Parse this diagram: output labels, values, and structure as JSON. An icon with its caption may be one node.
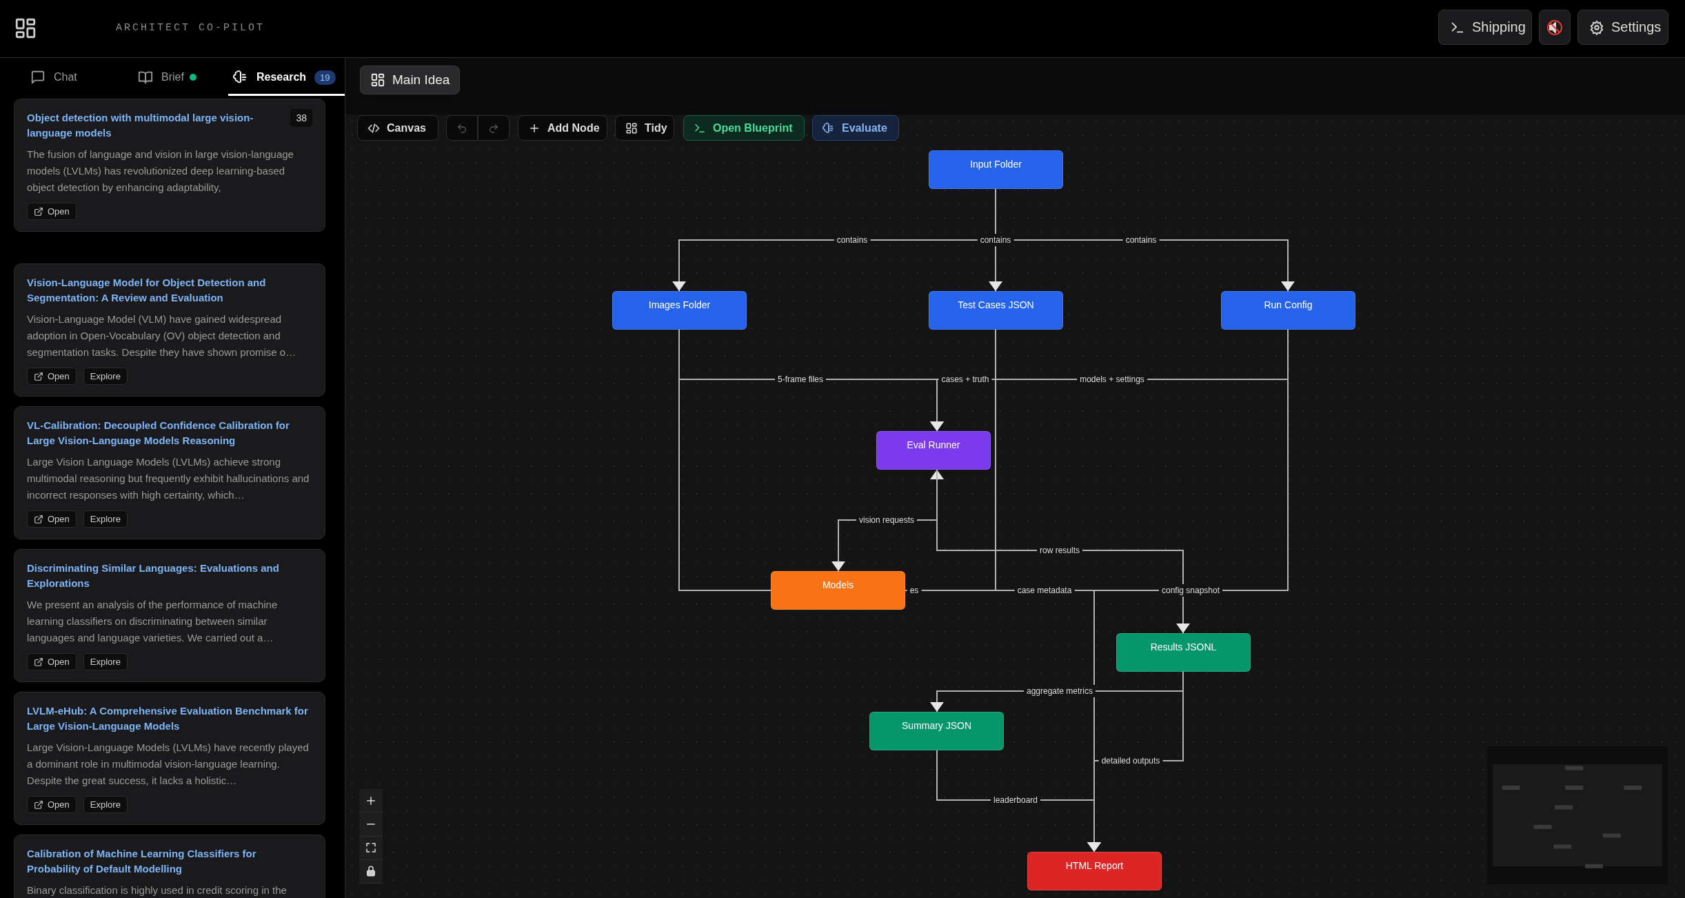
{
  "diagram": {
    "nodes": [
      {
        "text": [
          "Input Folder"
        ]
      },
      {
        "text": [
          "Images Folder"
        ]
      },
      {
        "text": [
          "Test Cases JSON"
        ]
      },
      {
        "text": [
          "Run Config"
        ]
      },
      {
        "text": [
          "Eval Runner"
        ]
      },
      {
        "text": [
          "Models"
        ]
      },
      {
        "text": [
          "Results JSONL"
        ]
      },
      {
        "text": [
          "Summary JSON"
        ]
      },
      {
        "text": [
          "HTML Report"
        ]
      }
    ],
    "edges": [
      {
        "from": 0,
        "to": 1,
        "arrow": "to",
        "label": "contains"
      },
      {
        "from": 0,
        "to": 2,
        "arrow": "to",
        "label": "contains"
      },
      {
        "from": 0,
        "to": 3,
        "arrow": "to",
        "label": "contains"
      },
      {
        "from": 1,
        "to": 4,
        "arrow": "to",
        "label": "5-frame files"
      },
      {
        "from": 2,
        "to": 4,
        "arrow": "to",
        "label": "cases + truth"
      },
      {
        "from": 3,
        "to": 4,
        "arrow": "to",
        "label": "models + settings"
      },
      {
        "from": 4,
        "to": 5,
        "arrow": "both",
        "label": "vision requests"
      },
      {
        "from": 4,
        "to": 6,
        "arrow": "to",
        "label": "row results"
      },
      {
        "from": 1,
        "to": 5,
        "arrow": "none"
      },
      {
        "from": 5,
        "to": 8,
        "arrow": "to",
        "label": "es"
      },
      {
        "from": 2,
        "to": 8,
        "arrow": "to",
        "label": "case metadata"
      },
      {
        "from": 3,
        "to": 8,
        "arrow": "to",
        "label": "config snapshot"
      },
      {
        "from": 6,
        "to": 7,
        "arrow": "to",
        "label": "aggregate metrics"
      },
      {
        "from": 6,
        "to": 8,
        "arrow": "to",
        "label": "detailed outputs"
      },
      {
        "from": 7,
        "to": 8,
        "arrow": "to",
        "label": "leaderboard"
      }
    ],
    "labels": [
      "ARCHITECT CO-PILOT",
      "Shipping",
      "Settings",
      "Chat",
      "Brief",
      "Research",
      "19",
      "Object detection with multimodal large vision-language models",
      "38",
      "The fusion of language and vision in large vision-language models (LVLMs) has revolutionized deep learning-based object detection by enhancing adaptability,",
      "Open",
      "Vision-Language Model for Object Detection and Segmentation: A Review and Evaluation",
      "Vision-Language Model (VLM) have gained widespread adoption in Open-Vocabulary (OV) object detection and segmentation tasks. Despite they have shown promise o…",
      "Open",
      "Explore",
      "VL-Calibration: Decoupled Confidence Calibration for Large Vision-Language Models Reasoning",
      "Large Vision Language Models (LVLMs) achieve strong multimodal reasoning but frequently exhibit hallucinations and incorrect responses with high certainty, which…",
      "Open",
      "Explore",
      "Discriminating Similar Languages: Evaluations and Explorations",
      "We present an analysis of the performance of machine learning classifiers on discriminating between similar languages and language varieties. We carried out a…",
      "Open",
      "Explore",
      "LVLM-eHub: A Comprehensive Evaluation Benchmark for Large Vision-Language Models",
      "Large Vision-Language Models (LVLMs) have recently played a dominant role in multimodal vision-language learning. Despite the great success, it lacks a holistic…",
      "Open",
      "Explore",
      "Calibration of Machine Learning Classifiers for Probability of Default Modelling",
      "Binary classification is highly used in credit scoring in the",
      "Main Idea",
      "Canvas",
      "Add Node",
      "Tidy",
      "Open Blueprint",
      "Evaluate"
    ]
  }
}
